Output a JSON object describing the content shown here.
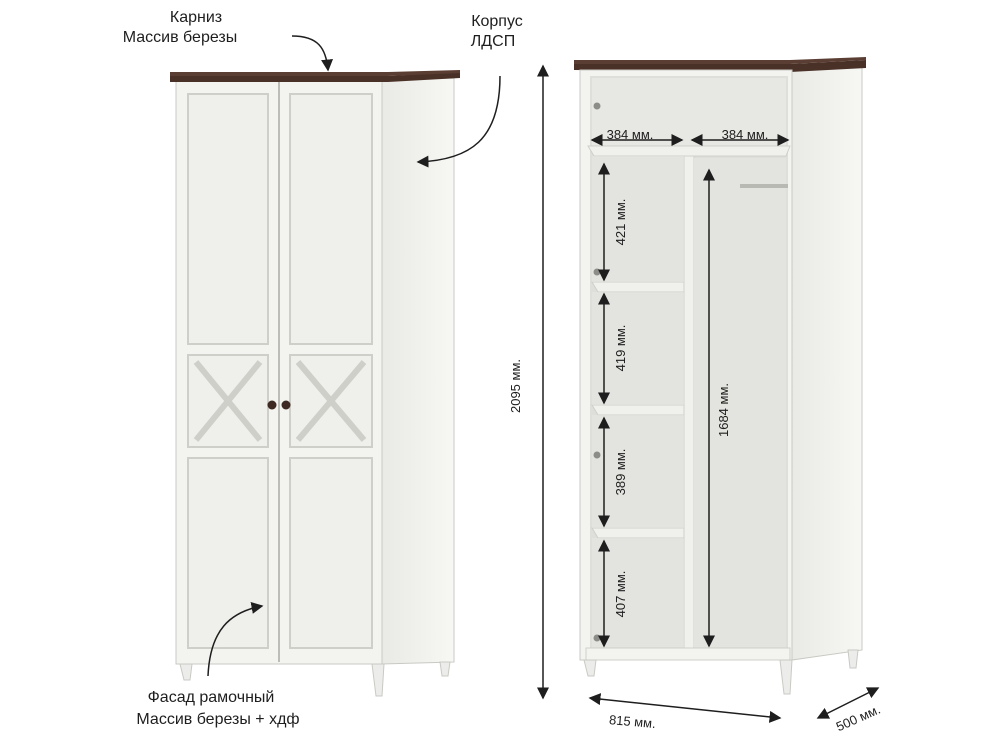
{
  "labels": {
    "cornice_line1": "Карниз",
    "cornice_line2": "Массив березы",
    "body_line1": "Корпус",
    "body_line2": "ЛДСП",
    "facade_line1": "Фасад рамочный",
    "facade_line2": "Массив березы + хдф"
  },
  "dimensions": {
    "height_total": "2095 мм.",
    "width_total": "815 мм.",
    "depth_total": "500 мм.",
    "compartment_left_width": "384 мм.",
    "compartment_right_width": "384 мм.",
    "shelf_1": "421 мм.",
    "shelf_2": "419 мм.",
    "shelf_3": "389 мм.",
    "shelf_4": "407 мм.",
    "hanging_height": "1684 мм."
  },
  "colors": {
    "cabinet_white": "#f2f2ef",
    "panel_shade": "#e6e6e2",
    "cornice_brown": "#4a3128",
    "interior_gray": "#dcdcd8",
    "line": "#1e1e1e"
  }
}
